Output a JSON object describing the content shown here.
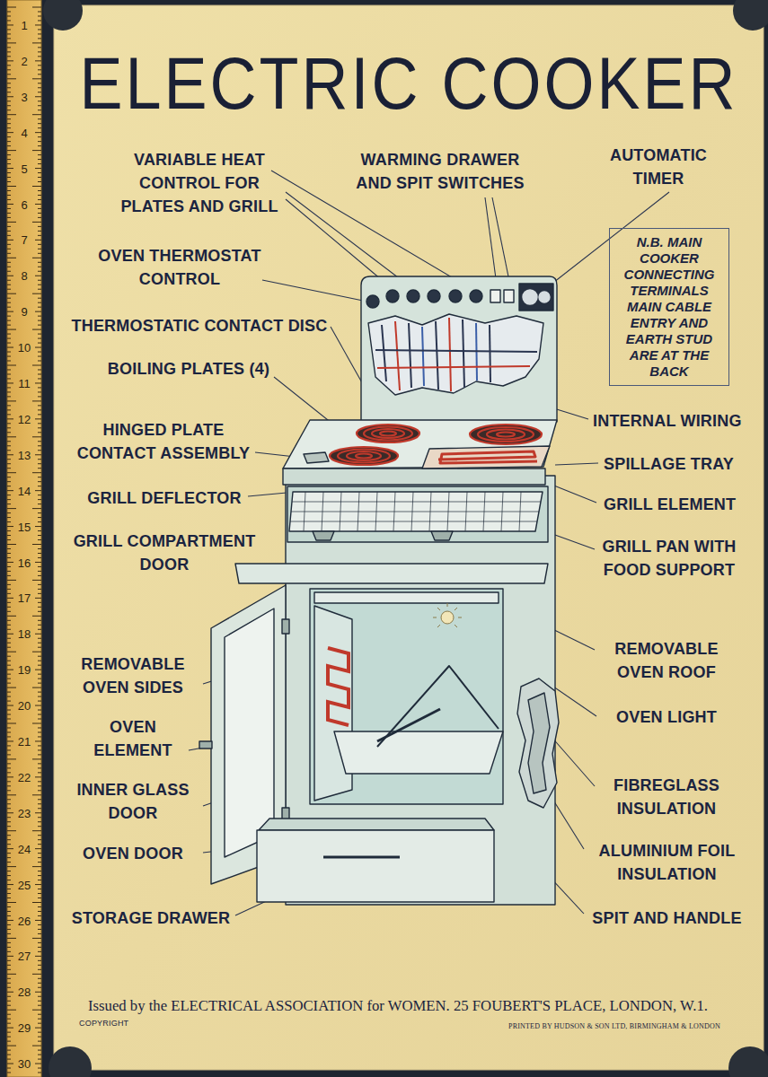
{
  "diagram": {
    "title": "ELECTRIC COOKER",
    "caption": "Issued by the ELECTRICAL ASSOCIATION for WOMEN. 25 FOUBERT'S PLACE, LONDON, W.1.",
    "nodes": [
      {
        "text": [
          "N.B. MAIN COOKER CONNECTING TERMINALS MAIN CABLE ENTRY AND EARTH STUD ARE AT THE BACK"
        ]
      }
    ],
    "labels": [
      "VARIABLE HEAT CONTROL FOR PLATES AND GRILL",
      "WARMING DRAWER AND SPIT SWITCHES",
      "AUTOMATIC TIMER",
      "OVEN THERMOSTAT CONTROL",
      "THERMOSTATIC CONTACT DISC",
      "BOILING PLATES (4)",
      "INTERNAL WIRING",
      "HINGED PLATE CONTACT ASSEMBLY",
      "SPILLAGE TRAY",
      "GRILL DEFLECTOR",
      "GRILL ELEMENT",
      "GRILL COMPARTMENT DOOR",
      "GRILL PAN WITH FOOD SUPPORT",
      "REMOVABLE OVEN ROOF",
      "REMOVABLE OVEN SIDES",
      "OVEN LIGHT",
      "OVEN ELEMENT",
      "FIBREGLASS INSULATION",
      "INNER GLASS DOOR",
      "ALUMINIUM FOIL INSULATION",
      "OVEN DOOR",
      "STORAGE DRAWER",
      "SPIT AND HANDLE",
      "COPYRIGHT",
      "PRINTED BY HUDSON & SON LTD, BIRMINGHAM & LONDON",
      "1",
      "2",
      "3",
      "4",
      "5",
      "6",
      "7",
      "8",
      "9",
      "10",
      "11",
      "12",
      "13",
      "14",
      "15",
      "16",
      "17",
      "18",
      "19",
      "20",
      "21",
      "22",
      "23",
      "24",
      "25",
      "26",
      "27",
      "28",
      "29",
      "30"
    ]
  }
}
